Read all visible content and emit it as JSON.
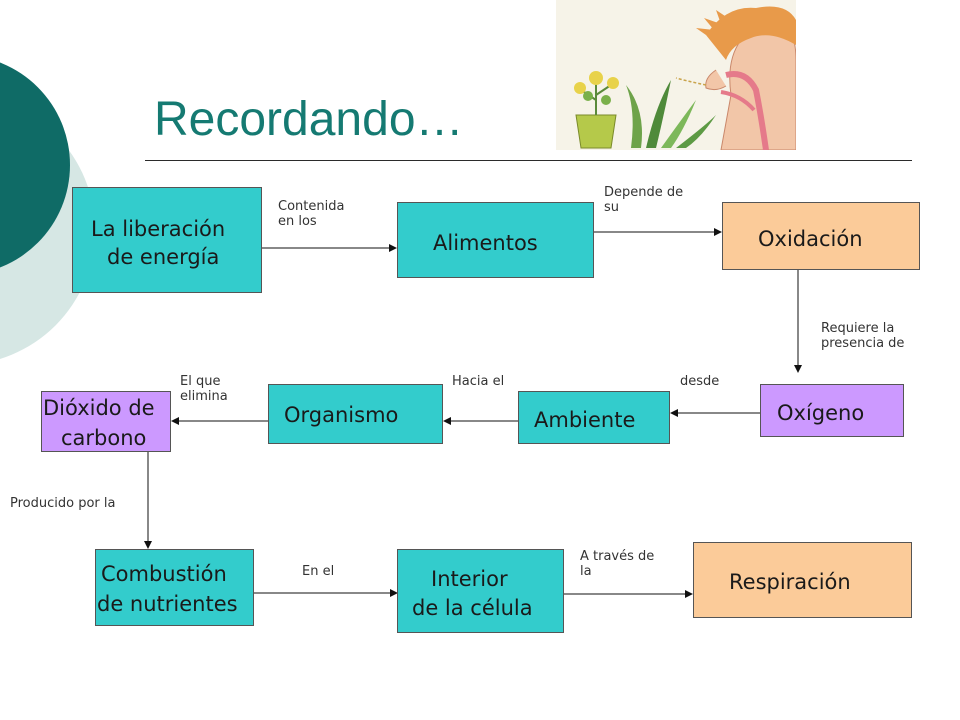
{
  "slide": {
    "title": "Recordando…"
  },
  "nodes": {
    "liberacion": [
      "La liberación",
      "de energía"
    ],
    "alimentos": [
      "Alimentos"
    ],
    "oxidacion": [
      "Oxidación"
    ],
    "oxigeno": [
      "Oxígeno"
    ],
    "ambiente": [
      "Ambiente"
    ],
    "organismo": [
      "Organismo"
    ],
    "dioxido": [
      "Dióxido de",
      "carbono"
    ],
    "combustion": [
      "Combustión",
      "de nutrientes"
    ],
    "interior": [
      "Interior",
      "de la célula"
    ],
    "respiracion": [
      "Respiración"
    ]
  },
  "edges": {
    "contenida": [
      "Contenida",
      "en los"
    ],
    "depende": [
      "Depende de",
      "su"
    ],
    "requiere": [
      "Requiere la",
      "presencia de"
    ],
    "desde": [
      "desde"
    ],
    "hacia": [
      "Hacia el"
    ],
    "elimina": [
      "El que",
      "elimina"
    ],
    "producido": [
      "Producido por la"
    ],
    "en_el": [
      "En el"
    ],
    "atraves": [
      "A través de",
      "la"
    ]
  },
  "colors": {
    "title": "#157a72",
    "teal_box": "#33cccc",
    "orange_box": "#fbcb99",
    "purple_box": "#cc99ff",
    "decor_dark": "#0f6b66",
    "decor_light": "#cfe3e0"
  }
}
